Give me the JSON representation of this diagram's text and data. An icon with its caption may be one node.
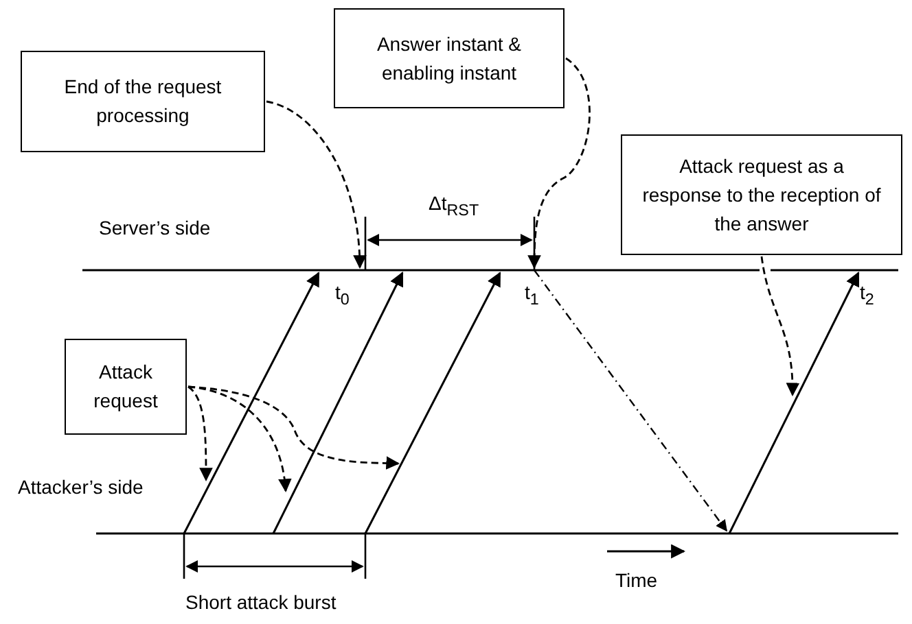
{
  "diagram": {
    "nodes": [
      {
        "text": [
          "End of the request processing"
        ]
      },
      {
        "text": [
          "Answer instant & enabling instant"
        ]
      },
      {
        "text": [
          "Attack request as a response to the reception of the answer"
        ]
      },
      {
        "text": [
          "Attack request"
        ]
      },
      {
        "text": [],
        "shape": "line"
      }
    ],
    "edges": [
      {
        "from": 0,
        "to": 4,
        "arrow": "to",
        "style": "dashed"
      },
      {
        "from": 1,
        "to": 4,
        "arrow": "to",
        "style": "dashed"
      },
      {
        "from": 2,
        "to": null,
        "arrow": "to",
        "style": "dashed"
      },
      {
        "from": 3,
        "to": null,
        "arrow": "to",
        "style": "dashed"
      },
      {
        "from": 3,
        "to": null,
        "arrow": "to",
        "style": "dashed"
      },
      {
        "from": 3,
        "to": null,
        "arrow": "to",
        "style": "dashed"
      }
    ],
    "labels": [
      "Δt$_{RST}$",
      "Server’s side",
      "t$_{0}$",
      "t$_{1}$",
      "t$_{2}$",
      "Attacker’s side",
      "Time",
      "Short attack burst"
    ]
  }
}
